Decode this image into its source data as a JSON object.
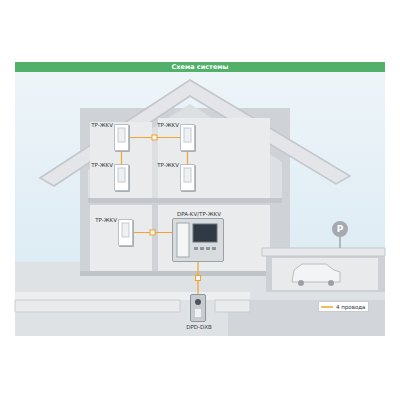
{
  "diagram": {
    "title": "Схема системы",
    "nodes": [
      {
        "text": [
          "TP-ЖKV"
        ]
      },
      {
        "text": [
          "TP-ЖKV"
        ]
      },
      {
        "text": [
          "TP-ЖKV"
        ]
      },
      {
        "text": [
          "TP-ЖKV"
        ]
      },
      {
        "text": [
          "TP-ЖKV"
        ]
      },
      {
        "text": [
          "DPA-KV/TP-ЖKV"
        ]
      },
      {
        "text": [
          "DPD-DXB"
        ]
      }
    ],
    "edges": [
      {
        "from": 0,
        "to": 1,
        "arrow": "none"
      },
      {
        "from": 0,
        "to": 2,
        "arrow": "none"
      },
      {
        "from": 1,
        "to": 3,
        "arrow": "none"
      },
      {
        "from": 4,
        "to": 5,
        "arrow": "none"
      },
      {
        "from": 5,
        "to": 6,
        "arrow": "none"
      }
    ],
    "labels": [
      "P"
    ],
    "legend": [
      {
        "text": "4 провода"
      }
    ]
  }
}
